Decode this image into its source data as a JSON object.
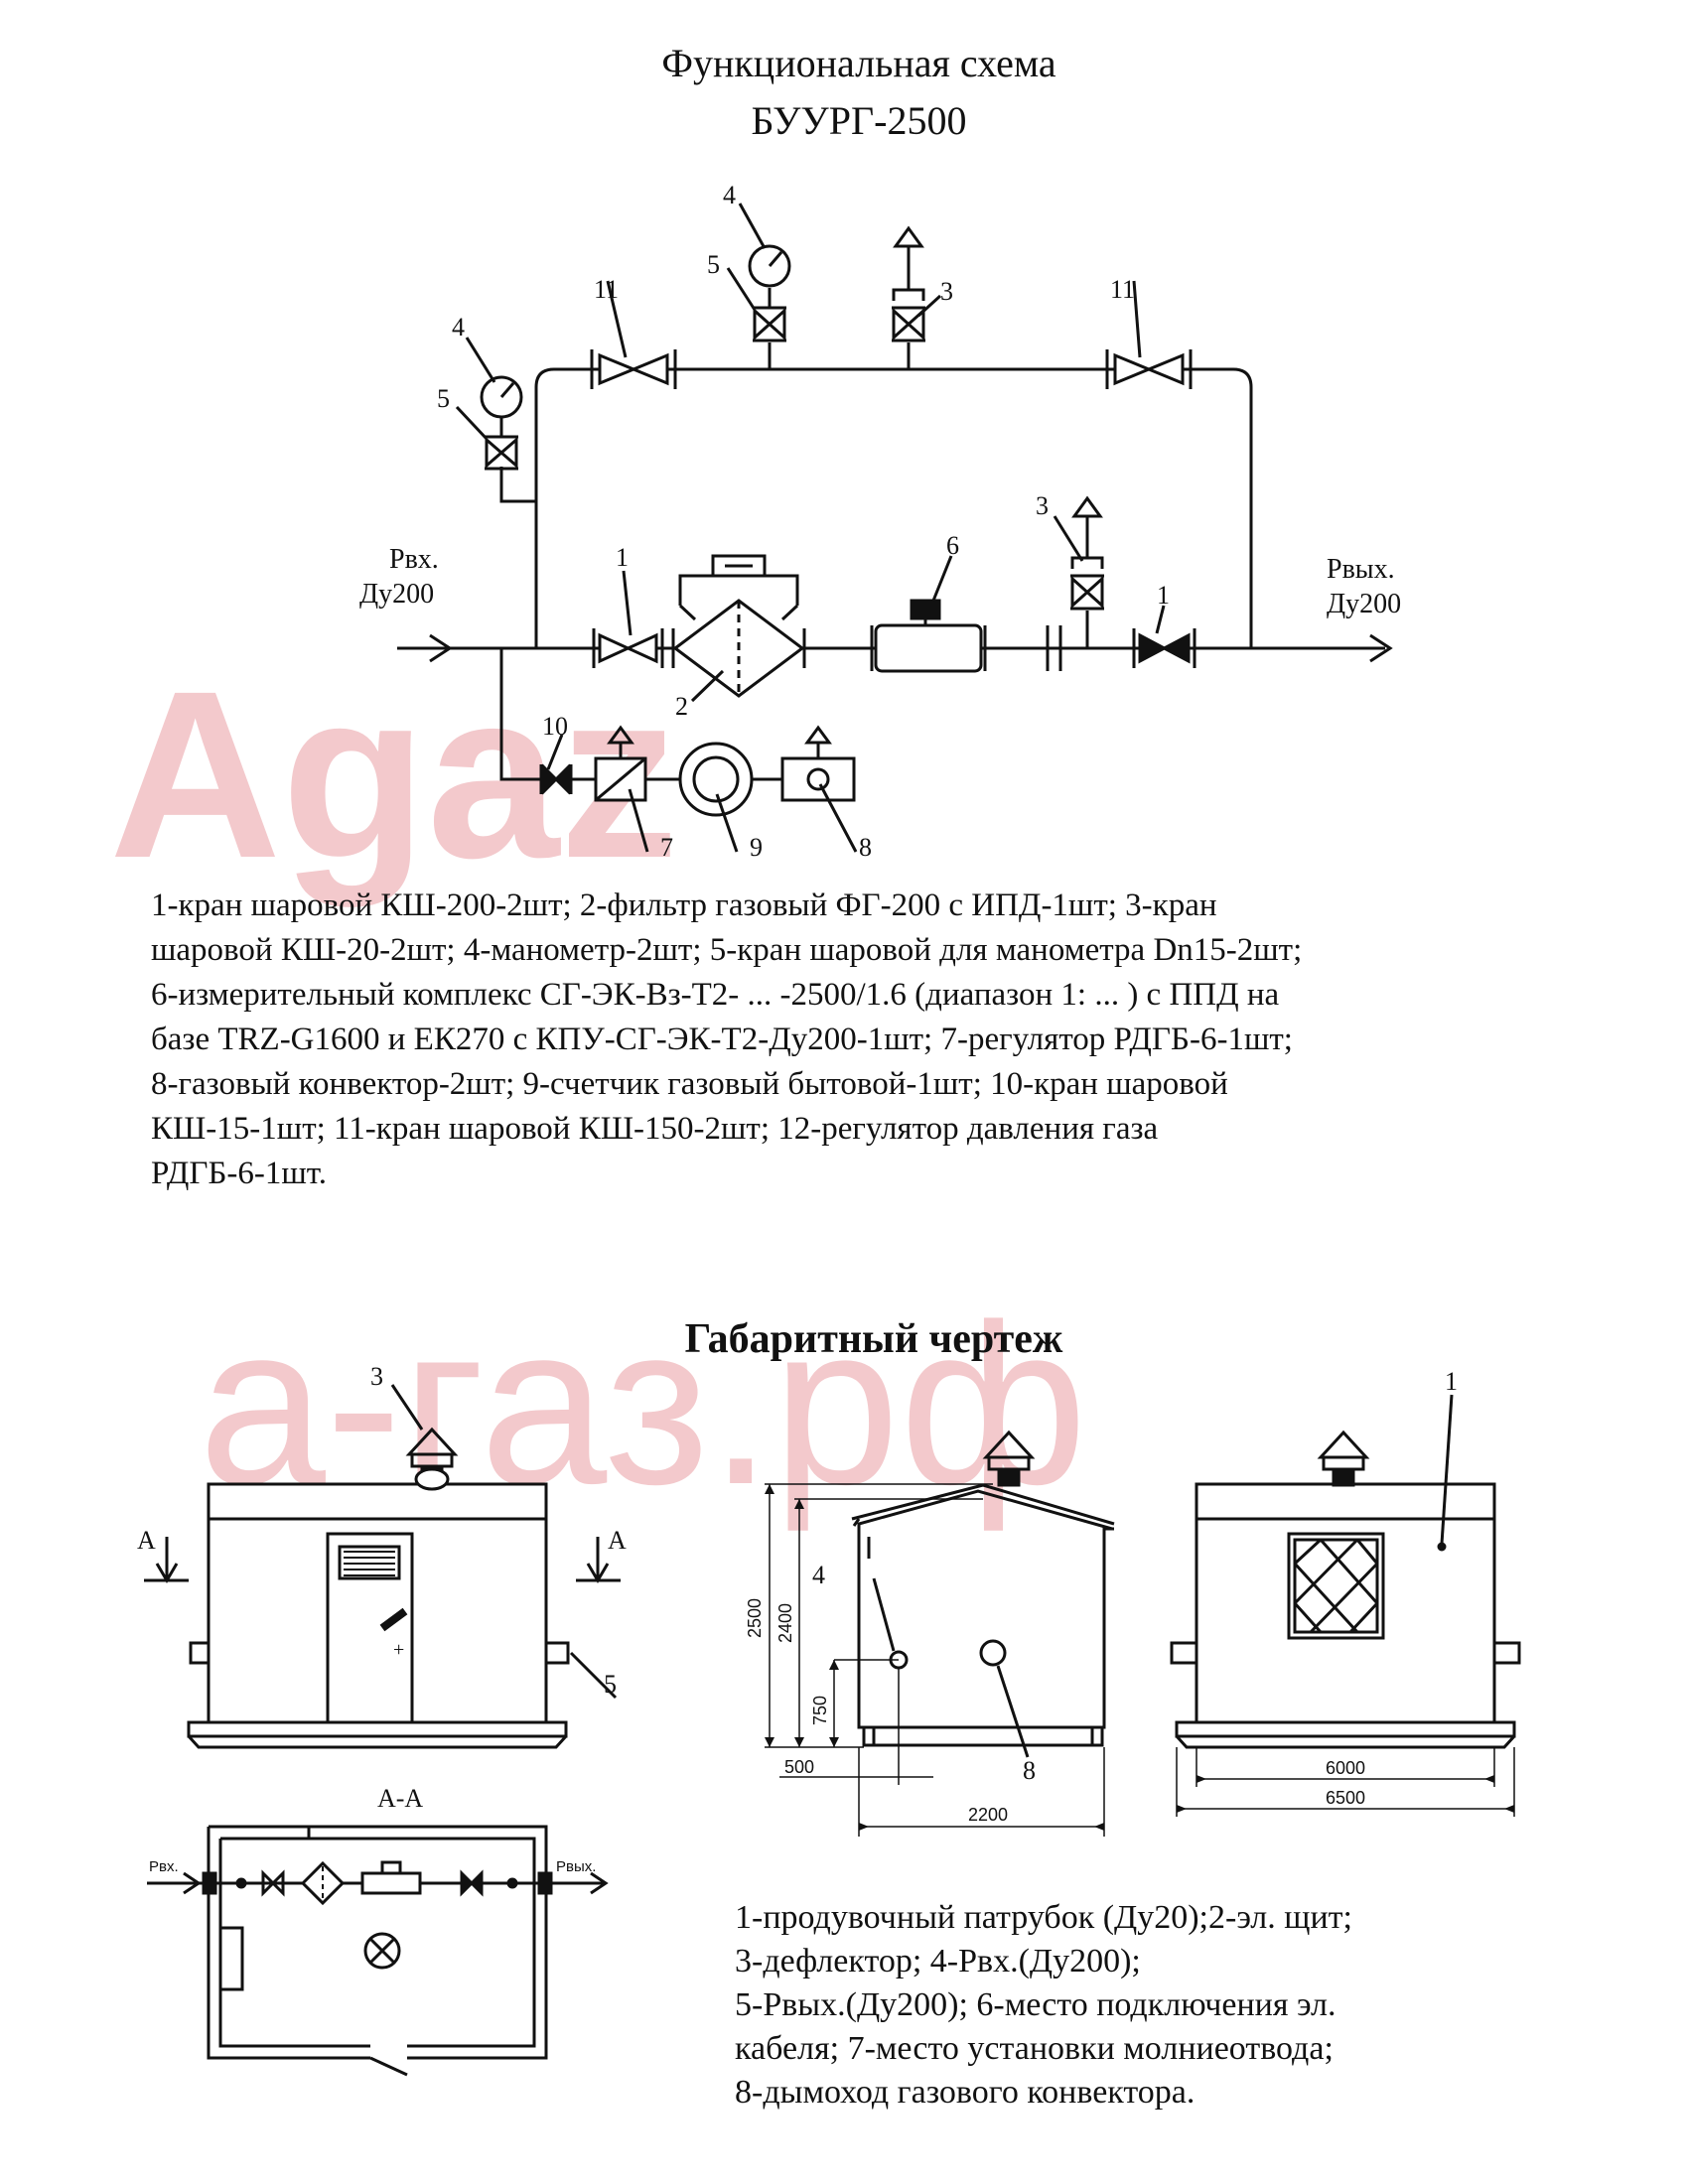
{
  "header": {
    "title_line1": "Функциональная схема",
    "title_line2": "БУУРГ-2500",
    "title_drawing": "Габаритный чертеж"
  },
  "watermark": {
    "text_top": "Agaz",
    "text_bottom": "а-газ.рф",
    "color": "#f3c9cc"
  },
  "scheme": {
    "inlet_label": "Рвх.",
    "inlet_size": "Ду200",
    "outlet_label": "Рвых.",
    "outlet_size": "Ду200",
    "callouts": {
      "n1": "1",
      "n2": "2",
      "n3": "3",
      "n4": "4",
      "n5": "5",
      "n6": "6",
      "n7": "7",
      "n8": "8",
      "n9": "9",
      "n10": "10",
      "n11": "11"
    }
  },
  "legend_scheme": [
    "1-кран шаровой КШ-200-2шт; 2-фильтр газовый ФГ-200 с ИПД-1шт; 3-кран",
    "шаровой КШ-20-2шт; 4-манометр-2шт; 5-кран шаровой для манометра Dn15-2шт;",
    "6-измерительный комплекс СГ-ЭК-Вз-Т2- ... -2500/1.6 (диапазон 1: ... ) с ППД на",
    "базе TRZ-G1600 и ЕК270 с КПУ-СГ-ЭК-Т2-Ду200-1шт; 7-регулятор РДГБ-6-1шт;",
    "8-газовый конвектор-2шт; 9-счетчик газовый бытовой-1шт; 10-кран шаровой",
    "КШ-15-1шт; 11-кран шаровой КШ-150-2шт; 12-регулятор давления газа",
    "РДГБ-6-1шт."
  ],
  "drawing": {
    "section_label": "А-А",
    "section_mark": "А",
    "section_inlet": "Рвх.",
    "section_outlet": "Рвых.",
    "dims": {
      "h2500": "2500",
      "h2400": "2400",
      "h750": "750",
      "w500": "500",
      "w2200": "2200",
      "w6000": "6000",
      "w6500": "6500"
    },
    "callouts": {
      "d1": "1",
      "d3": "3",
      "d4": "4",
      "d5": "5",
      "d8": "8"
    }
  },
  "legend_drawing": [
    "1-продувочный патрубок (Ду20);2-эл. щит;",
    "3-дефлектор; 4-Рвх.(Ду200);",
    "5-Рвых.(Ду200); 6-место подключения эл.",
    "кабеля; 7-место установки молниеотвода;",
    "8-дымоход газового конвектора."
  ]
}
